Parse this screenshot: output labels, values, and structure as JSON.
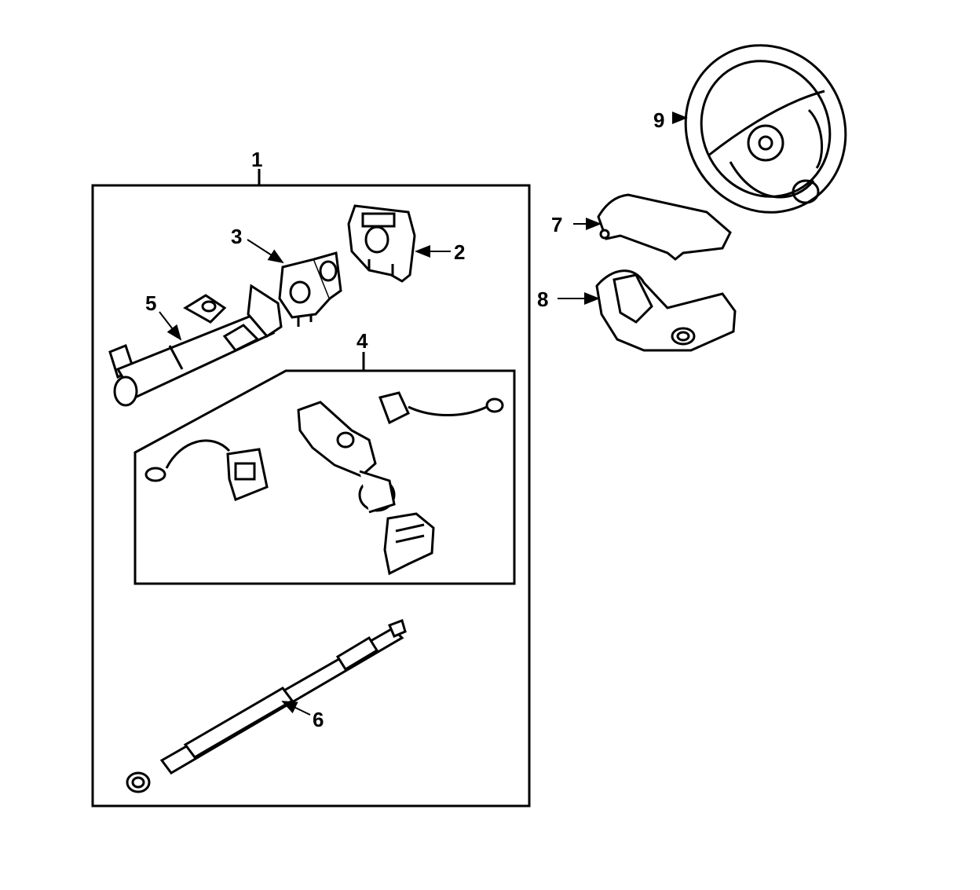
{
  "diagram": {
    "callouts": {
      "c1": "1",
      "c2": "2",
      "c3": "3",
      "c4": "4",
      "c5": "5",
      "c6": "6",
      "c7": "7",
      "c8": "8",
      "c9": "9"
    },
    "colors": {
      "ink": "#000000",
      "paper": "#ffffff"
    }
  }
}
